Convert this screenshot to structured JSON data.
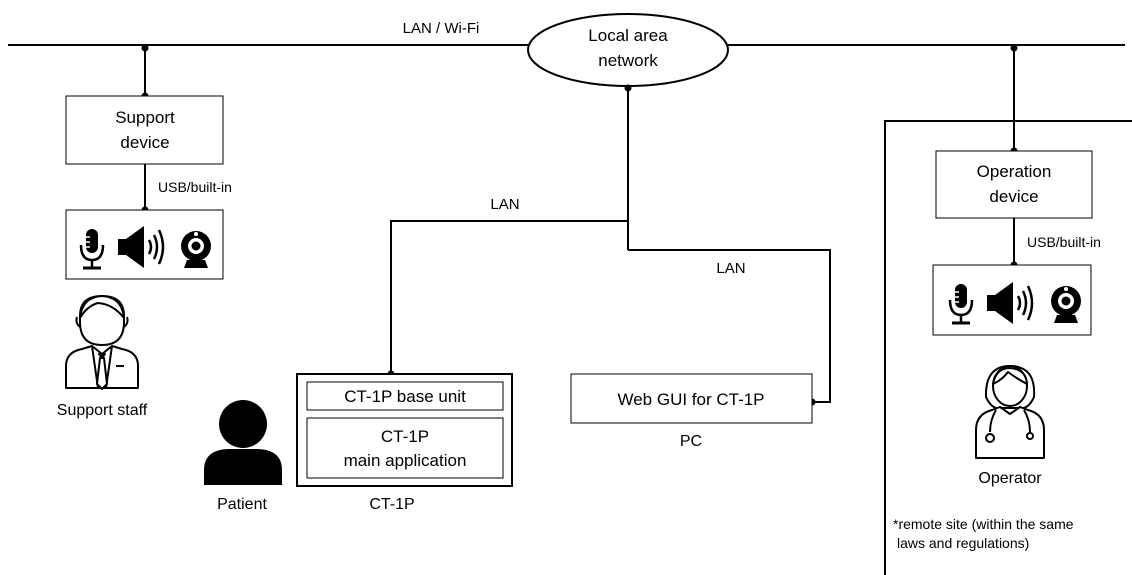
{
  "network": {
    "bus_label": "LAN / Wi-Fi",
    "cloud_line1": "Local area",
    "cloud_line2": "network"
  },
  "support": {
    "device_line1": "Support",
    "device_line2": "device",
    "link_label": "USB/built-in",
    "person_label": "Support staff"
  },
  "ct1p": {
    "lan_label": "LAN",
    "base_unit": "CT-1P base unit",
    "app_line1": "CT-1P",
    "app_line2": "main application",
    "caption": "CT-1P",
    "patient_label": "Patient"
  },
  "pc": {
    "lan_label": "LAN",
    "gui_label": "Web GUI for CT-1P",
    "caption": "PC"
  },
  "operation": {
    "device_line1": "Operation",
    "device_line2": "device",
    "link_label": "USB/built-in",
    "person_label": "Operator",
    "remote_note_line1": "*remote site (within the same",
    "remote_note_line2": "laws and regulations)"
  },
  "icons": [
    "microphone-icon",
    "speaker-icon",
    "webcam-icon"
  ]
}
